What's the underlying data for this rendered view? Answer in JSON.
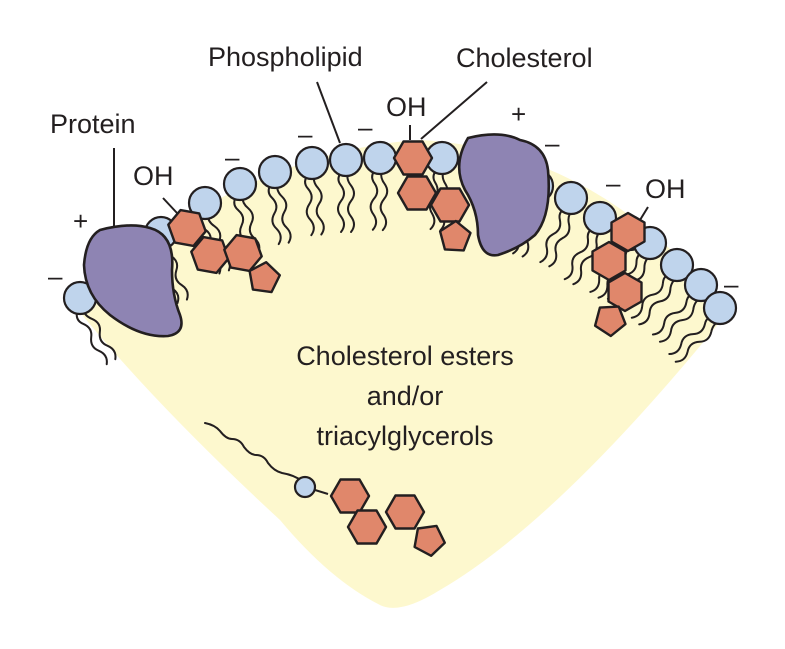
{
  "figure": {
    "subject": "Lipoprotein particle structure (section)",
    "colors": {
      "core": "#fdf8ce",
      "phospholipid_head": "#bfd4ec",
      "cholesterol_ring": "#e0876b",
      "protein": "#8e84b3",
      "outline": "#231f20"
    }
  },
  "labels": {
    "phospholipid": "Phospholipid",
    "cholesterol": "Cholesterol",
    "protein": "Protein",
    "oh_1": "OH",
    "oh_2": "OH",
    "oh_3": "OH",
    "core_line_1": "Cholesterol esters",
    "core_line_2": "and/or",
    "core_line_3": "triacylglycerols"
  },
  "charges": {
    "plus": "+",
    "minus": "–"
  }
}
